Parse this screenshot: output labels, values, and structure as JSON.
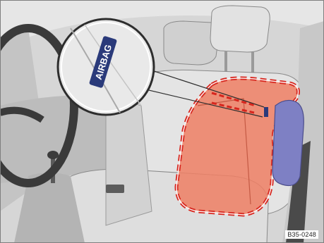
{
  "figure": {
    "label_text": "AIRBAG",
    "code": "B35-0248"
  },
  "colors": {
    "background": "#d9d9d9",
    "airbag_zone_fill": "#ef7f64",
    "airbag_zone_outline": "#d7261e",
    "side_bolster": "#7e80c4",
    "badge": "#2a3a7a",
    "callout_ring": "#2d2d2d"
  },
  "icons": [
    "airbag-label-badge",
    "steering-wheel",
    "seat",
    "seatbelt"
  ]
}
